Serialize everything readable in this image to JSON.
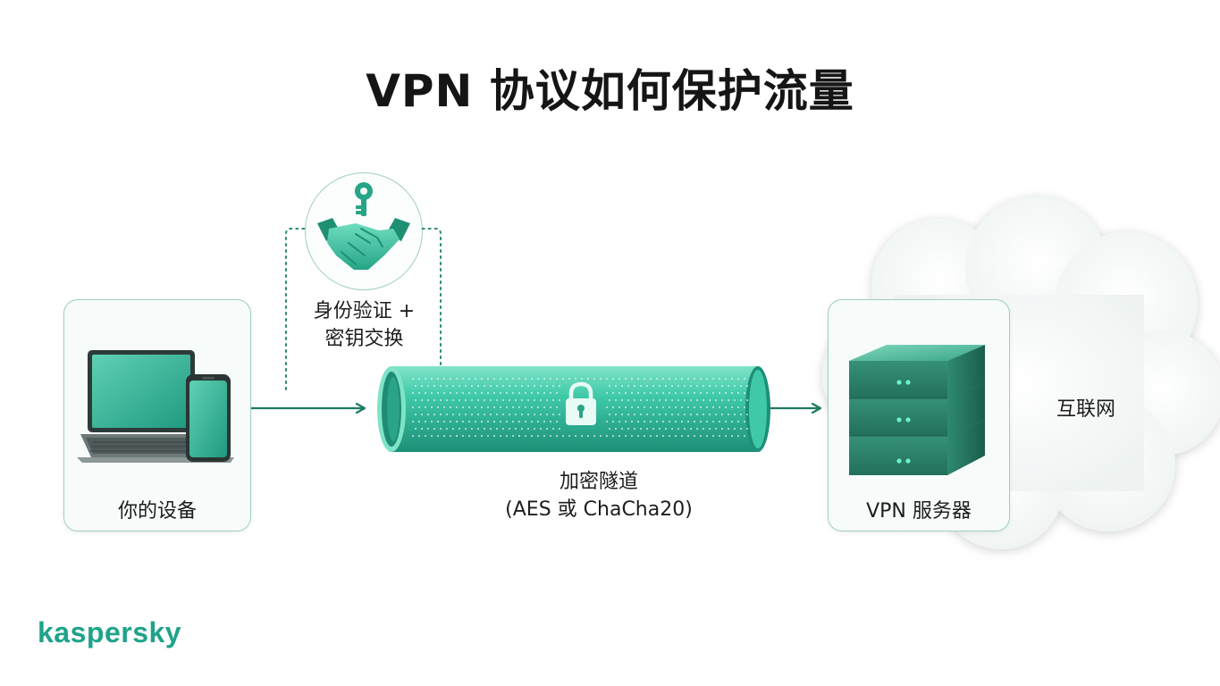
{
  "title": "VPN 协议如何保护流量",
  "nodes": {
    "device": {
      "label": "你的设备"
    },
    "auth": {
      "line1": "身份验证 +",
      "line2": "密钥交换"
    },
    "tunnel": {
      "line1": "加密隧道",
      "line2": "(AES 或 ChaCha20)"
    },
    "server": {
      "label": "VPN 服务器"
    },
    "internet": {
      "label": "互联网"
    }
  },
  "brand": "kaspersky",
  "icons": [
    "laptop-icon",
    "phone-icon",
    "key-icon",
    "handshake-icon",
    "lock-icon",
    "server-icon",
    "cloud-icon"
  ],
  "colors": {
    "accent": "#1fa38a",
    "tunnel": "#3fc9a8",
    "tunnel_dark": "#1d8f78",
    "box_border": "#9fcfbd",
    "arrow": "#1d7a63"
  }
}
